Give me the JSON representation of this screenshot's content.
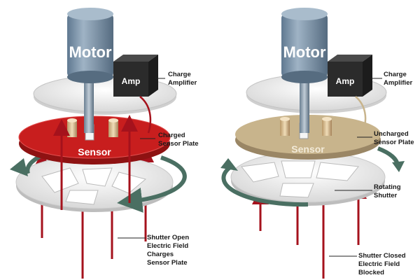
{
  "left": {
    "motor_label": "Motor",
    "amp_label": "Amp",
    "amp_callout": [
      "Charge",
      "Amplifier"
    ],
    "sensor_label": "Sensor",
    "plate_callout": [
      "Charged",
      "Sensor Plate"
    ],
    "bottom_callout": [
      "Shutter Open",
      "Electric Field",
      "Charges",
      "Sensor Plate"
    ]
  },
  "right": {
    "motor_label": "Motor",
    "amp_label": "Amp",
    "amp_callout": [
      "Charge",
      "Amplifier"
    ],
    "sensor_label": "Sensor",
    "plate_callout": [
      "Uncharged",
      "Sensor Plate"
    ],
    "shutter_callout": [
      "Rotating",
      "Shutter"
    ],
    "bottom_callout": [
      "Shutter Closed",
      "Electric Field",
      "Blocked"
    ]
  },
  "colors": {
    "motor": "#7b93a8",
    "amp": "#2b2b2b",
    "charged_plate": "#c81e1e",
    "uncharged_plate": "#c8b48c",
    "field_arrow": "#a5121c",
    "rotation_arrow": "#4a6f62",
    "disc": "#e6e6e6"
  }
}
